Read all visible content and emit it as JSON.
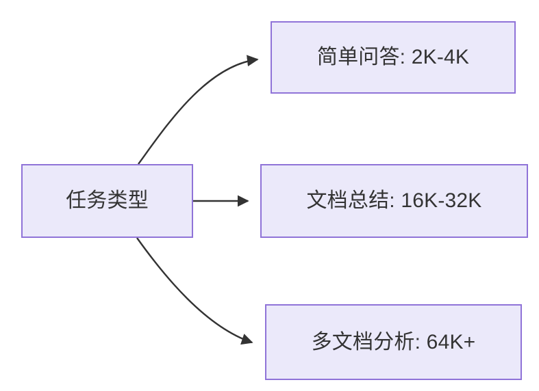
{
  "diagram": {
    "type": "flowchart",
    "direction": "left-to-right",
    "background_color": "#ffffff",
    "node_fill_color": "#ebe9fa",
    "node_border_color": "#8f73d8",
    "node_text_color": "#333333",
    "edge_color": "#333333",
    "nodes": [
      {
        "id": "source",
        "label": "任务类型",
        "role": "root"
      },
      {
        "id": "simple",
        "label": "简单问答: 2K-4K",
        "role": "leaf"
      },
      {
        "id": "doc",
        "label": "文档总结: 16K-32K",
        "role": "leaf"
      },
      {
        "id": "multi",
        "label": "多文档分析: 64K+",
        "role": "leaf"
      }
    ],
    "edges": [
      {
        "from": "source",
        "to": "simple",
        "label": "",
        "style": "curved-arrow"
      },
      {
        "from": "source",
        "to": "doc",
        "label": "",
        "style": "straight-arrow"
      },
      {
        "from": "source",
        "to": "multi",
        "label": "",
        "style": "curved-arrow"
      }
    ]
  }
}
